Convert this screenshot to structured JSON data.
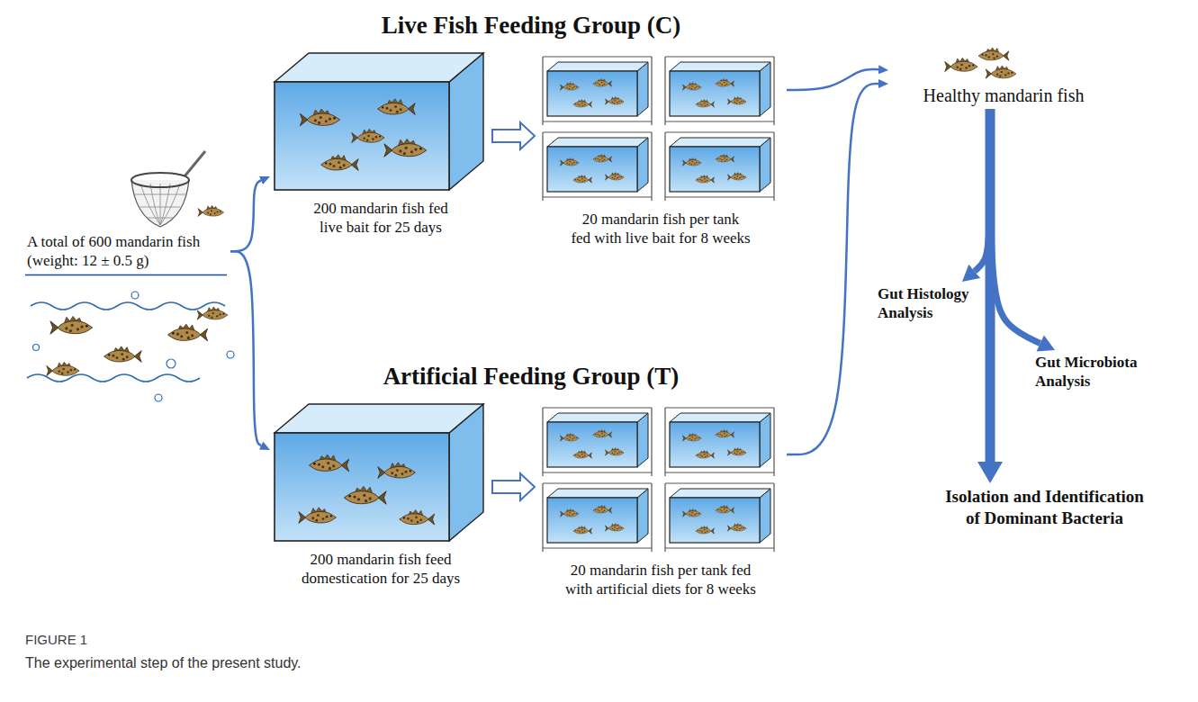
{
  "diagram": {
    "caption": "The experimental step of the present study.",
    "nodes": [
      {
        "text": [
          "A total of 600 mandarin fish (weight: 12 ± 0.5 g)"
        ]
      },
      {
        "text": [
          "200 mandarin fish fed live bait for 25 days"
        ]
      },
      {
        "text": [
          "20 mandarin fish per tank fed with live bait for 8 weeks"
        ]
      },
      {
        "text": [
          "200 mandarin fish feed domestication for 25 days"
        ]
      },
      {
        "text": [
          "20 mandarin fish per tank fed with artificial diets for 8 weeks"
        ]
      },
      {
        "text": [
          "Healthy mandarin fish"
        ]
      },
      {
        "text": [
          "Gut Histology Analysis"
        ]
      },
      {
        "text": [
          "Gut Microbiota Analysis"
        ]
      },
      {
        "text": [
          "Isolation and Identification of Dominant Bacteria"
        ]
      }
    ],
    "edges": [
      {
        "from": 0,
        "to": 1,
        "arrow": "to"
      },
      {
        "from": 0,
        "to": 3,
        "arrow": "to"
      },
      {
        "from": 1,
        "to": 2,
        "arrow": "to"
      },
      {
        "from": 3,
        "to": 4,
        "arrow": "to"
      },
      {
        "from": 2,
        "to": 5,
        "arrow": "to"
      },
      {
        "from": 4,
        "to": 5,
        "arrow": "to"
      },
      {
        "from": 5,
        "to": 6,
        "arrow": "to"
      },
      {
        "from": 5,
        "to": 7,
        "arrow": "to"
      },
      {
        "from": 5,
        "to": 8,
        "arrow": "to"
      }
    ],
    "labels": [
      "Live Fish Feeding Group (C)",
      "Artificial Feeding Group (T)",
      "FIGURE 1"
    ]
  }
}
